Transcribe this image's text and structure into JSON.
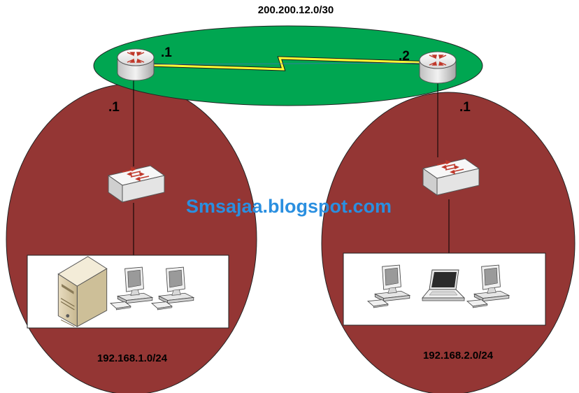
{
  "wan": {
    "network_label": "200.200.12.0/30",
    "left_ip_suffix": ".1",
    "right_ip_suffix": ".2",
    "area_color": "#00a651"
  },
  "lan_left": {
    "gateway_suffix": ".1",
    "network_label": "192.168.1.0/24",
    "area_color": "#943634",
    "devices": [
      "server-icon",
      "desktop-computer-icon",
      "desktop-computer-icon"
    ]
  },
  "lan_right": {
    "gateway_suffix": ".1",
    "network_label": "192.168.2.0/24",
    "area_color": "#943634",
    "devices": [
      "desktop-computer-icon",
      "laptop-icon",
      "desktop-computer-icon"
    ]
  },
  "watermark": "Smsajaa.blogspot.com",
  "icons": [
    "router-icon",
    "switch-icon",
    "serial-link-icon"
  ]
}
